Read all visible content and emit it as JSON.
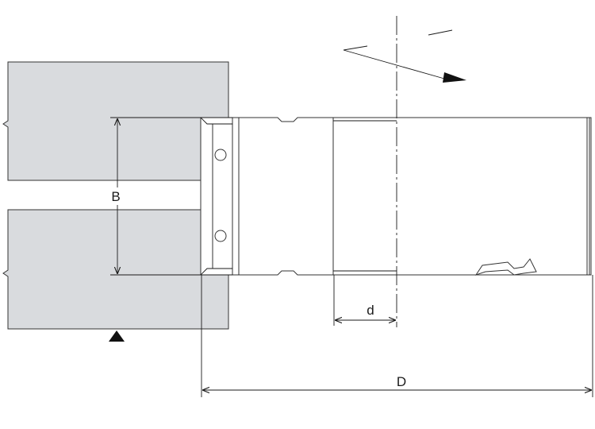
{
  "labels": {
    "B": "B",
    "d": "d",
    "D": "D"
  },
  "colors": {
    "workpiece_fill": "#d9dbde",
    "line": "#1a1a1a",
    "background": "#ffffff"
  },
  "icons": {
    "rotation_arrow": "rotation-arrow-icon",
    "feed_marker": "feed-direction-triangle-icon"
  }
}
